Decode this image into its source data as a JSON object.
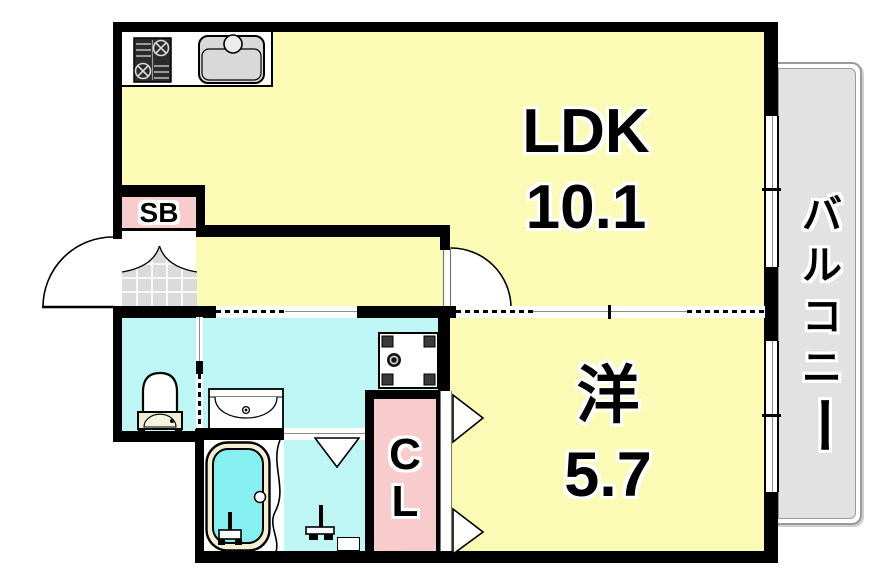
{
  "plan": {
    "type": "apartment-floor-plan",
    "rooms": {
      "ldk": {
        "label": "LDK",
        "area": "10.1"
      },
      "western": {
        "label": "洋",
        "area": "5.7"
      },
      "closet": {
        "label": "CL",
        "chars": [
          "C",
          "L"
        ]
      },
      "shoebox": {
        "label": "SB"
      },
      "balcony": {
        "label": "バルコニー",
        "chars": [
          "バ",
          "ル",
          "コ",
          "ニ",
          "ー"
        ]
      }
    },
    "colors": {
      "room_floor_yellow": "#FBFBB6",
      "wet_area_cyan": "#BEF6F6",
      "closet_pink": "#F8CCCC",
      "balcony_gray": "#E2E2E2",
      "entrance_tile_gray": "#DBDBDB",
      "bathtub_water_cyan": "#86F0F0",
      "fixture_cream": "#F3EFD2",
      "wall_black": "#000000"
    },
    "icons": [
      "gas-stove-icon",
      "kitchen-sink-icon",
      "toilet-icon",
      "washbasin-icon",
      "washing-machine-pan-icon",
      "bathtub-icon",
      "bath-faucet-icon",
      "entrance-door-swing-icon",
      "room-door-swing-icon",
      "sliding-door-icon",
      "window-icon",
      "folding-door-triangle-icon",
      "bath-stool-icon"
    ]
  }
}
